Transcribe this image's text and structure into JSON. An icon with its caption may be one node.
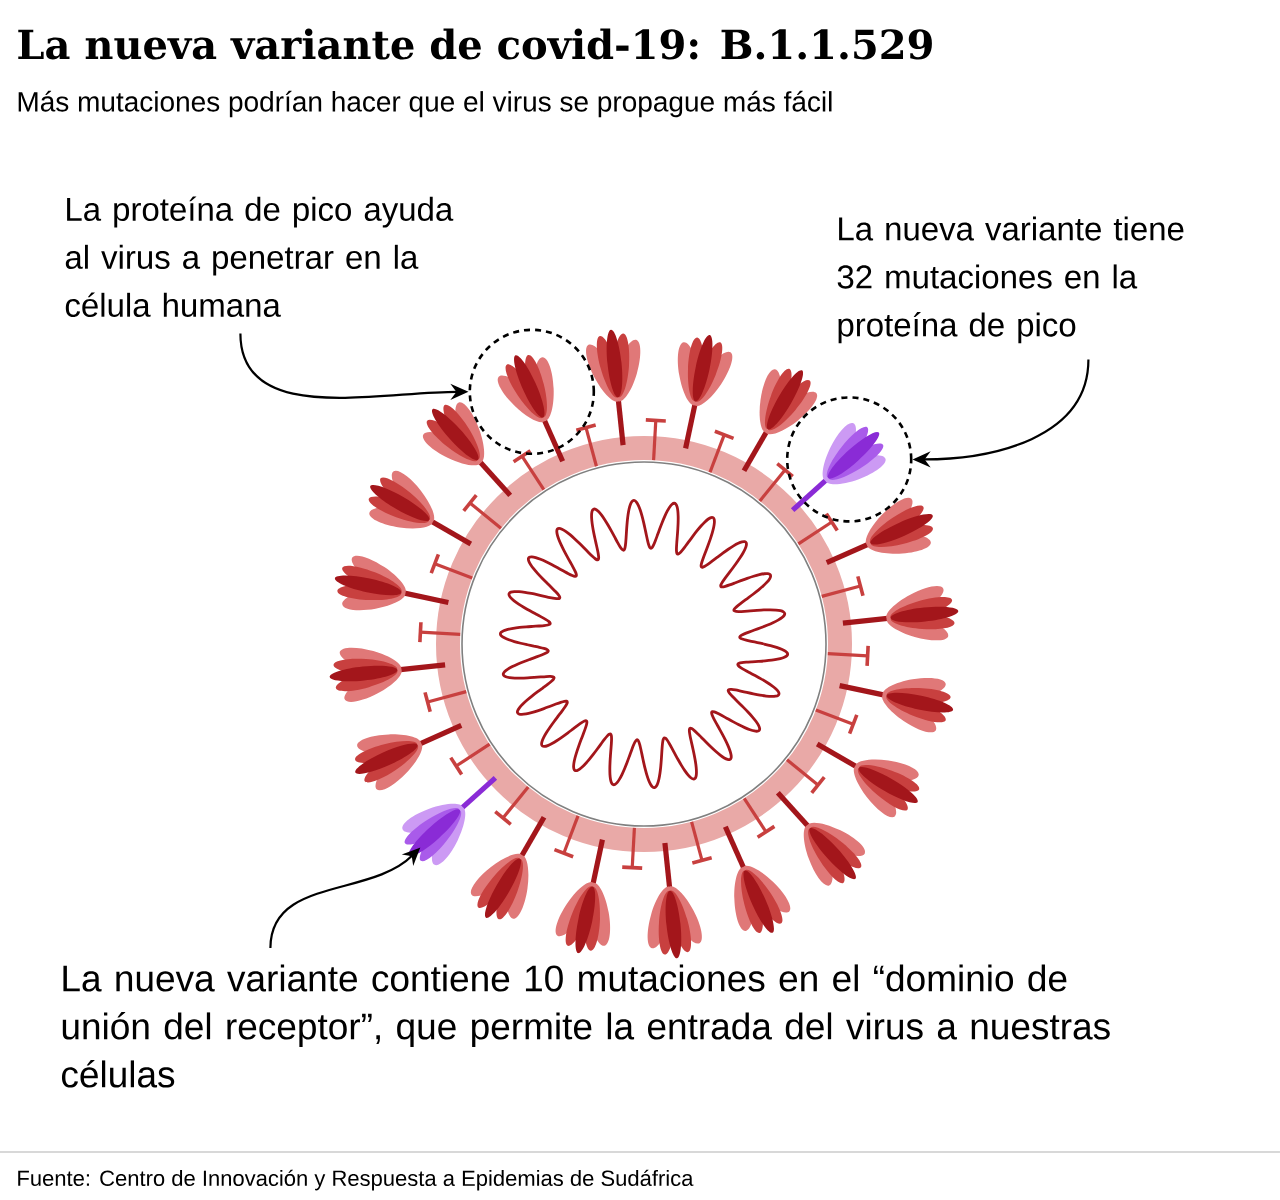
{
  "diagram": {
    "title": "La nueva variante de covid-19: B.1.1.529",
    "caption": "Fuente: Centro de Innovación y Respuesta a Epidemias de Sudáfrica",
    "nodes": [
      {
        "text": [
          "La proteína de pico ayuda al virus a penetrar en la célula humana"
        ]
      },
      {
        "text": [],
        "shape": "circle"
      },
      {
        "text": [
          "La nueva variante tiene 32 mutaciones en la proteína de pico"
        ]
      },
      {
        "text": [],
        "shape": "circle"
      },
      {
        "text": [
          "La nueva variante contiene 10 mutaciones en el “dominio de unión del receptor”, que permite la entrada del virus a nuestras células"
        ]
      },
      {
        "text": [],
        "shape": "picture"
      }
    ],
    "edges": [
      {
        "from": 0,
        "to": 1,
        "arrow": "to"
      },
      {
        "from": 2,
        "to": 3,
        "arrow": "to"
      },
      {
        "from": 4,
        "to": 5,
        "arrow": "to"
      }
    ],
    "labels": [
      "Más mutaciones podrían hacer que el virus se propague más fácil"
    ]
  }
}
